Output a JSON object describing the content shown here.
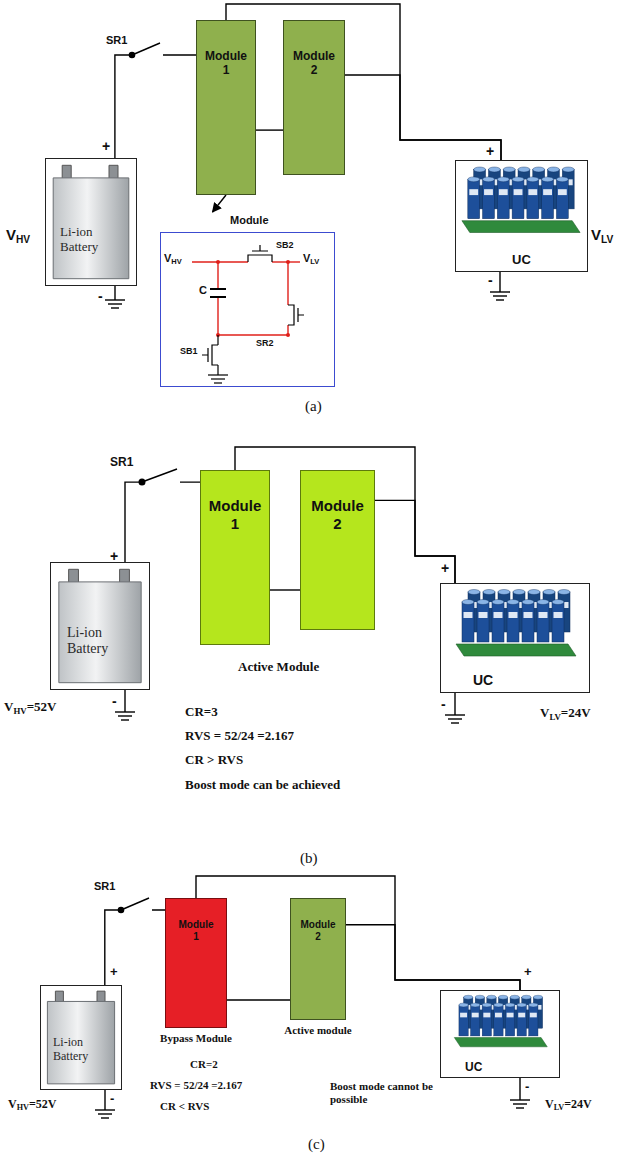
{
  "diagram": {
    "nodes": [
      {
        "text": [
          "Module 1"
        ]
      },
      {
        "text": [
          "Module 2"
        ]
      },
      {
        "text": [
          "Li-ion Battery"
        ]
      },
      {
        "text": [
          "Module"
        ]
      },
      {
        "text": [
          "UC"
        ]
      },
      {
        "text": [
          "Module 1"
        ]
      },
      {
        "text": [
          "Module 2"
        ]
      },
      {
        "text": [
          "Li-ion Battery"
        ]
      },
      {
        "text": [
          "UC"
        ]
      },
      {
        "text": [
          "Module 1",
          "Bypass Module"
        ]
      },
      {
        "text": [
          "Module 2",
          "Active module"
        ]
      },
      {
        "text": [
          "Li-ion Battery"
        ]
      },
      {
        "text": [
          "UC"
        ]
      }
    ],
    "edges": [
      {
        "from": 2,
        "to": 0,
        "arrow": "none"
      },
      {
        "from": 0,
        "to": 1,
        "arrow": "none"
      },
      {
        "from": 0,
        "to": 4,
        "arrow": "none"
      },
      {
        "from": 1,
        "to": 4,
        "arrow": "none"
      },
      {
        "from": 0,
        "to": 3,
        "arrow": "to"
      },
      {
        "from": 7,
        "to": 5,
        "arrow": "none"
      },
      {
        "from": 5,
        "to": 6,
        "arrow": "none"
      },
      {
        "from": 5,
        "to": 8,
        "arrow": "none"
      },
      {
        "from": 6,
        "to": 8,
        "arrow": "none"
      },
      {
        "from": 11,
        "to": 9,
        "arrow": "none"
      },
      {
        "from": 9,
        "to": 10,
        "arrow": "none"
      },
      {
        "from": 9,
        "to": 12,
        "arrow": "none"
      },
      {
        "from": 10,
        "to": 12,
        "arrow": "none"
      }
    ],
    "labels": [
      "SR1",
      "+",
      "+",
      "VHV",
      "VLV",
      "-",
      "-",
      "VHV",
      "VLV",
      "SB2",
      "C",
      "SR2",
      "SB1",
      "(a)",
      "SR1",
      "+",
      "+",
      "VHV=52V",
      "-",
      "Active Module",
      "CR=3",
      "RVS = 52/24 =2.167",
      "CR > RVS",
      "Boost mode can be achieved",
      "-",
      "VLV=24V",
      "(b)",
      "SR1",
      "+",
      "+",
      "-",
      "VHV=52V",
      "CR=2",
      "RVS = 52/24 =2.167",
      "CR < RVS",
      "Boost mode cannot be possible",
      "-",
      "VLV=24V",
      "(c)"
    ]
  }
}
